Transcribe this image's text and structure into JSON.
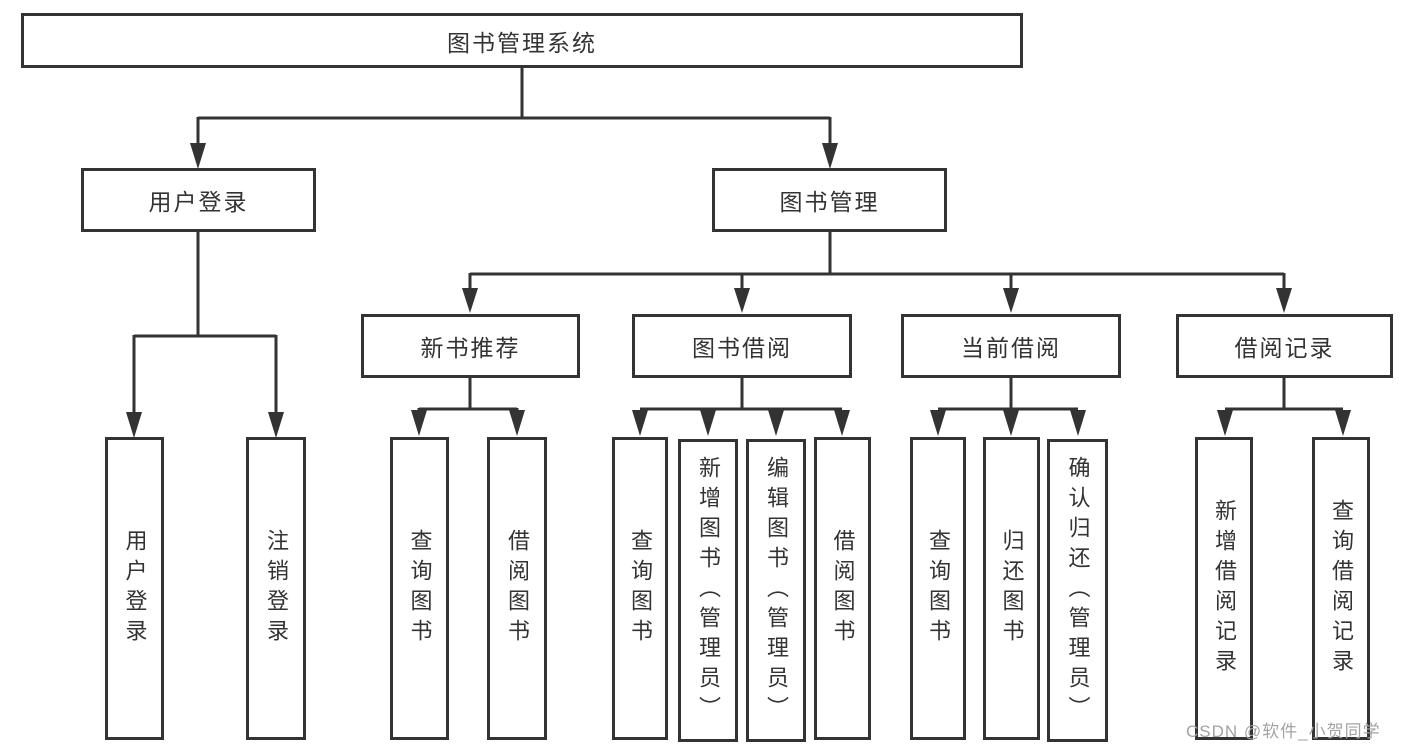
{
  "colors": {
    "line": "#333333",
    "text": "#333333",
    "box-fill": "#ffffff",
    "background": "#ffffff",
    "watermark": "#a3a3a3"
  },
  "nodes": {
    "root": "图书管理系统",
    "user_login": "用户登录",
    "book_mgmt": "图书管理",
    "new_book_rec": "新书推荐",
    "book_borrow": "图书借阅",
    "current_borrow": "当前借阅",
    "borrow_record": "借阅记录",
    "leaf_user_login": "用户登录",
    "leaf_logout": "注销登录",
    "rec_query_book": "查询图书",
    "rec_borrow_book": "借阅图书",
    "bb_query_book": "查询图书",
    "bb_add_book": "新增图书（管理员）",
    "bb_edit_book": "编辑图书（管理员）",
    "bb_borrow_book": "借阅图书",
    "cb_query_book": "查询图书",
    "cb_return_book": "归还图书",
    "cb_confirm_return": "确认归还（管理员）",
    "br_add_record": "新增借阅记录",
    "br_query_record": "查询借阅记录"
  },
  "watermark": {
    "text": "CSDN @软件_小贺同学"
  }
}
